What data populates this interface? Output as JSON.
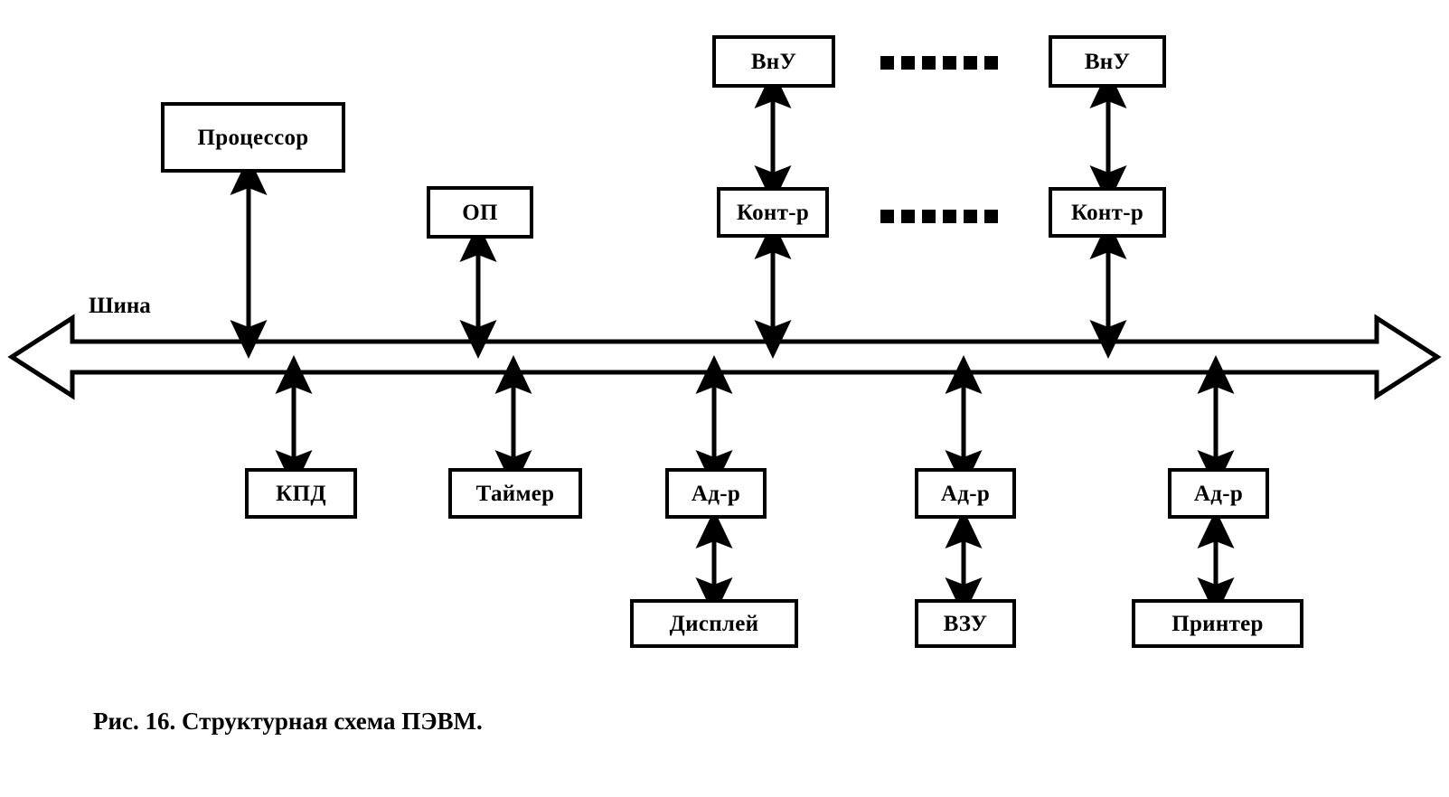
{
  "figure": {
    "caption": "Рис. 16. Структурная схема ПЭВМ.",
    "bus_label": "Шина",
    "background_color": "#ffffff",
    "stroke_color": "#000000"
  },
  "nodes": {
    "processor": {
      "label": "Процессор"
    },
    "op": {
      "label": "ОП"
    },
    "vnu_left": {
      "label": "ВнУ"
    },
    "vnu_right": {
      "label": "ВнУ"
    },
    "kontr_left": {
      "label": "Конт-р"
    },
    "kontr_right": {
      "label": "Конт-р"
    },
    "kpd": {
      "label": "КПД"
    },
    "timer": {
      "label": "Таймер"
    },
    "adr_display": {
      "label": "Ад-р"
    },
    "adr_vzu": {
      "label": "Ад-р"
    },
    "adr_printer": {
      "label": "Ад-р"
    },
    "display": {
      "label": "Дисплей"
    },
    "vzu": {
      "label": "ВЗУ"
    },
    "printer": {
      "label": "Принтер"
    }
  },
  "ellipsis": {
    "top_row_dots": 6,
    "middle_row_dots": 6
  },
  "connections": [
    {
      "from": "processor",
      "to": "bus",
      "style": "double-arrow"
    },
    {
      "from": "op",
      "to": "bus",
      "style": "double-arrow"
    },
    {
      "from": "vnu_left",
      "to": "kontr_left",
      "style": "double-arrow"
    },
    {
      "from": "kontr_left",
      "to": "bus",
      "style": "double-arrow"
    },
    {
      "from": "vnu_right",
      "to": "kontr_right",
      "style": "double-arrow"
    },
    {
      "from": "kontr_right",
      "to": "bus",
      "style": "double-arrow"
    },
    {
      "from": "bus",
      "to": "kpd",
      "style": "double-arrow"
    },
    {
      "from": "bus",
      "to": "timer",
      "style": "double-arrow"
    },
    {
      "from": "bus",
      "to": "adr_display",
      "style": "double-arrow"
    },
    {
      "from": "adr_display",
      "to": "display",
      "style": "double-arrow"
    },
    {
      "from": "bus",
      "to": "adr_vzu",
      "style": "double-arrow"
    },
    {
      "from": "adr_vzu",
      "to": "vzu",
      "style": "double-arrow"
    },
    {
      "from": "bus",
      "to": "adr_printer",
      "style": "double-arrow"
    },
    {
      "from": "adr_printer",
      "to": "printer",
      "style": "double-arrow"
    }
  ]
}
